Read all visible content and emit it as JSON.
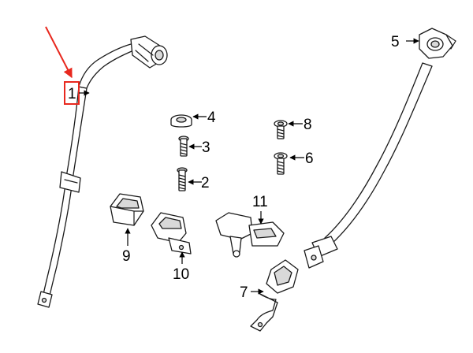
{
  "diagram": {
    "callouts": [
      {
        "id": "1",
        "label": "1"
      },
      {
        "id": "2",
        "label": "2"
      },
      {
        "id": "3",
        "label": "3"
      },
      {
        "id": "4",
        "label": "4"
      },
      {
        "id": "5",
        "label": "5"
      },
      {
        "id": "6",
        "label": "6"
      },
      {
        "id": "7",
        "label": "7"
      },
      {
        "id": "8",
        "label": "8"
      },
      {
        "id": "9",
        "label": "9"
      },
      {
        "id": "10",
        "label": "10"
      },
      {
        "id": "11",
        "label": "11"
      }
    ],
    "highlight": {
      "part": "1",
      "box_color": "#e8281e",
      "arrow_color": "#e8281e"
    }
  }
}
